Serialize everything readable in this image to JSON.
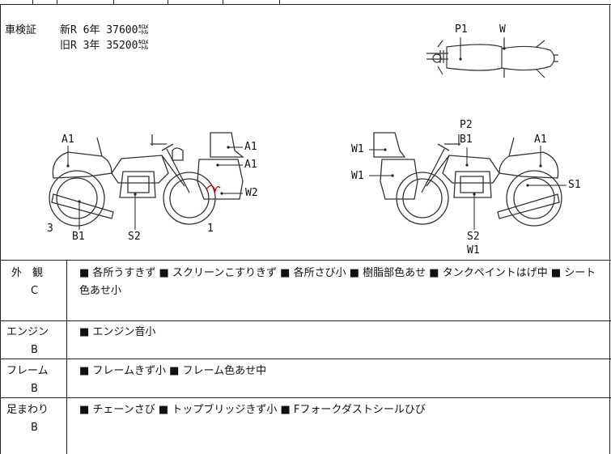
{
  "inspection": {
    "label": "車検証",
    "new_line": "新R  6年  37600㌖",
    "old_line": "旧R  3年  35200㌖"
  },
  "diagram_labels": {
    "top_view": [
      "P1",
      "W"
    ],
    "left_view": [
      "A1",
      "A1",
      "A1",
      "W2",
      "3",
      "B1",
      "S2",
      "1"
    ],
    "right_view": [
      "P2",
      "B1",
      "A1",
      "W1",
      "W1",
      "S1",
      "S2",
      "W1"
    ]
  },
  "conditions": [
    {
      "category": "外　観",
      "grade": "C",
      "text": "■ 各所うすきず ■ スクリーンこすりきず ■ 各所さび小 ■ 樹脂部色あせ ■ タンクペイントはげ中 ■ シート色あせ小"
    },
    {
      "category": "エンジン",
      "grade": "B",
      "text": "■ エンジン音小"
    },
    {
      "category": "フレーム",
      "grade": "B",
      "text": "■ フレームきず小 ■ フレーム色あせ中"
    },
    {
      "category": "足まわり",
      "grade": "B",
      "text": "■ チェーンさび ■ トップブリッジきず小 ■ Fフォークダストシールひび"
    }
  ]
}
